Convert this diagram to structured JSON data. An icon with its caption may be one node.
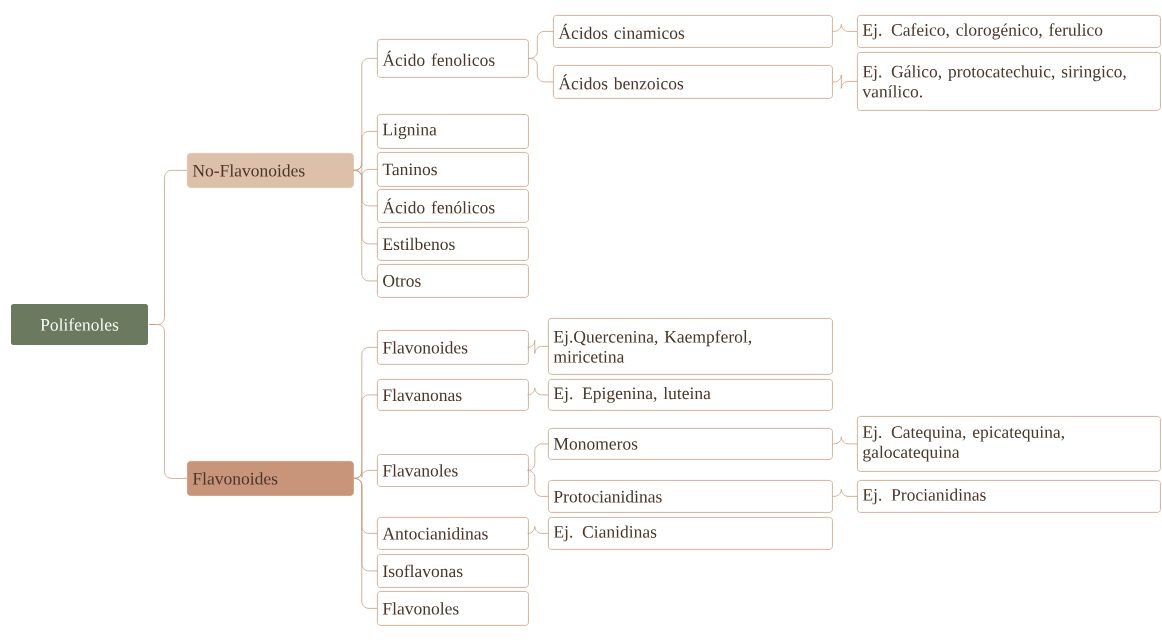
{
  "diagram": {
    "nodes": [
      {
        "text": [
          "Polifenoles"
        ]
      },
      {
        "text": [
          "No-Flavonoides"
        ]
      },
      {
        "text": [
          "Flavonoides"
        ]
      },
      {
        "text": [
          "Ácido fenolicos"
        ]
      },
      {
        "text": [
          "Ácidos cinamicos"
        ]
      },
      {
        "text": [
          "Ácidos benzoicos"
        ]
      },
      {
        "text": [
          "Ej. Cafeico, clorogénico, ferulico"
        ]
      },
      {
        "text": [
          "Ej. Gálico, protocatechuic, siringico, vanílico."
        ]
      },
      {
        "text": [
          "Lignina"
        ]
      },
      {
        "text": [
          "Taninos"
        ]
      },
      {
        "text": [
          "Ácido fenólicos"
        ]
      },
      {
        "text": [
          "Estilbenos"
        ]
      },
      {
        "text": [
          "Otros"
        ]
      },
      {
        "text": [
          "Flavonoides"
        ]
      },
      {
        "text": [
          "Ej.Quercenina, Kaempferol, miricetina"
        ]
      },
      {
        "text": [
          "Flavanonas"
        ]
      },
      {
        "text": [
          "Ej. Epigenina, luteina"
        ]
      },
      {
        "text": [
          "Flavanoles"
        ]
      },
      {
        "text": [
          "Monomeros"
        ]
      },
      {
        "text": [
          "Ej. Catequina, epicatequina, galocatequina"
        ]
      },
      {
        "text": [
          "Protocianidinas"
        ]
      },
      {
        "text": [
          "Ej. Procianidinas"
        ]
      },
      {
        "text": [
          "Antocianidinas"
        ]
      },
      {
        "text": [
          "Ej. Cianidinas"
        ]
      },
      {
        "text": [
          "Isoflavonas"
        ]
      },
      {
        "text": [
          "Flavonoles"
        ]
      }
    ],
    "edges": [
      {
        "from": 0,
        "to": 1,
        "arrow": "none"
      },
      {
        "from": 0,
        "to": 2,
        "arrow": "none"
      },
      {
        "from": 1,
        "to": 3,
        "arrow": "none"
      },
      {
        "from": 3,
        "to": 4,
        "arrow": "none"
      },
      {
        "from": 3,
        "to": 5,
        "arrow": "none"
      },
      {
        "from": 4,
        "to": 6,
        "arrow": "none"
      },
      {
        "from": 5,
        "to": 7,
        "arrow": "none"
      },
      {
        "from": 1,
        "to": 8,
        "arrow": "none"
      },
      {
        "from": 1,
        "to": 9,
        "arrow": "none"
      },
      {
        "from": 1,
        "to": 10,
        "arrow": "none"
      },
      {
        "from": 1,
        "to": 11,
        "arrow": "none"
      },
      {
        "from": 1,
        "to": 12,
        "arrow": "none"
      },
      {
        "from": 2,
        "to": 13,
        "arrow": "none"
      },
      {
        "from": 13,
        "to": 14,
        "arrow": "none"
      },
      {
        "from": 2,
        "to": 15,
        "arrow": "none"
      },
      {
        "from": 15,
        "to": 16,
        "arrow": "none"
      },
      {
        "from": 2,
        "to": 17,
        "arrow": "none"
      },
      {
        "from": 17,
        "to": 18,
        "arrow": "none"
      },
      {
        "from": 18,
        "to": 19,
        "arrow": "none"
      },
      {
        "from": 17,
        "to": 20,
        "arrow": "none"
      },
      {
        "from": 20,
        "to": 21,
        "arrow": "none"
      },
      {
        "from": 2,
        "to": 22,
        "arrow": "none"
      },
      {
        "from": 22,
        "to": 23,
        "arrow": "none"
      },
      {
        "from": 2,
        "to": 24,
        "arrow": "none"
      },
      {
        "from": 2,
        "to": 25,
        "arrow": "none"
      }
    ]
  }
}
